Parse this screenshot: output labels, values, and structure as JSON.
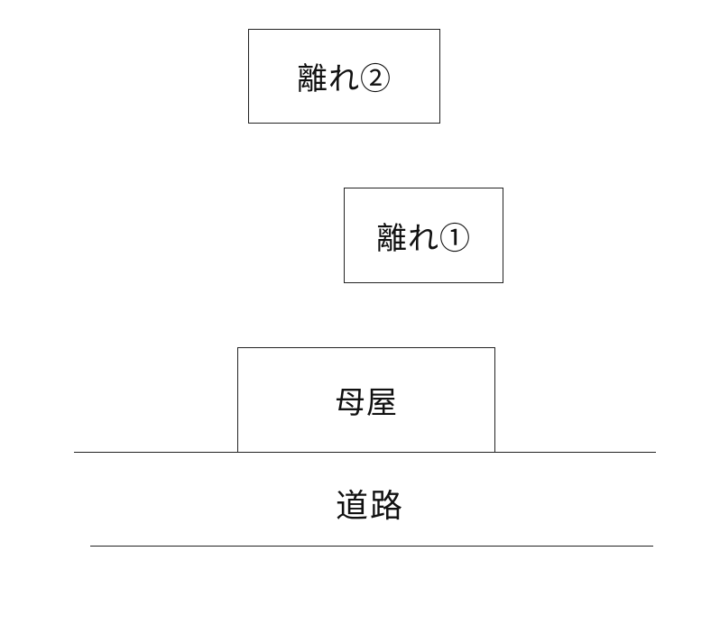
{
  "buildings": {
    "annex_2": "離れ②",
    "annex_1": "離れ①",
    "main_house": "母屋"
  },
  "road": {
    "label": "道路"
  }
}
